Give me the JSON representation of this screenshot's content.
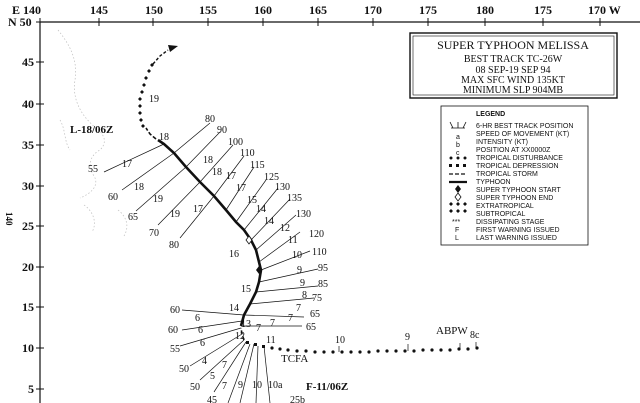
{
  "map": {
    "lon_labels": [
      "E 140",
      "145",
      "150",
      "155",
      "160",
      "165",
      "170",
      "175",
      "180",
      "175",
      "170 W"
    ],
    "lat_labels": [
      "N 50",
      "45",
      "40",
      "35",
      "30",
      "25",
      "20",
      "15",
      "10",
      "5"
    ],
    "left_edge_text": "140"
  },
  "title_box": {
    "title": "SUPER TYPHOON MELISSA",
    "lines": [
      "BEST TRACK  TC-26W",
      "08 SEP-19 SEP 94",
      "MAX SFC WIND 135KT",
      "MINIMUM SLP 904MB"
    ]
  },
  "legend": {
    "heading": "LEGEND",
    "abc_marks": [
      "a",
      "b",
      "c"
    ],
    "items": [
      "6-HR BEST TRACK POSITION",
      "SPEED OF MOVEMENT (KT)",
      "INTENSITY (KT)",
      "POSITION AT XX0000Z",
      "TROPICAL DISTURBANCE",
      "TROPICAL DEPRESSION",
      "TROPICAL STORM",
      "TYPHOON",
      "SUPER TYPHOON START",
      "SUPER TYPHOON END",
      "EXTRATROPICAL",
      "SUBTROPICAL",
      "DISSIPATING STAGE",
      "FIRST WARNING ISSUED",
      "LAST WARNING ISSUED"
    ],
    "f_mark": "F",
    "l_mark": "L",
    "dissipating_mark": "***"
  },
  "annotations": {
    "last_warning": "L-18/06Z",
    "first_warning": "F-11/06Z",
    "tcfa": "TCFA",
    "abpw": "ABPW",
    "day_labels": [
      "19",
      "18",
      "17",
      "16",
      "15",
      "14",
      "13",
      "12",
      "11",
      "10",
      "9",
      "8c",
      "10a",
      "25b"
    ],
    "speed_labels": [
      "55",
      "60",
      "65",
      "70",
      "80",
      "17",
      "18",
      "19",
      "19",
      "17",
      "60",
      "60",
      "55",
      "50",
      "50",
      "45",
      "4",
      "5",
      "7",
      "6",
      "6",
      "6",
      "7",
      "9",
      "10"
    ],
    "intensity_labels": [
      "80",
      "90",
      "100",
      "110",
      "115",
      "125",
      "130",
      "135",
      "130",
      "120",
      "110",
      "95",
      "85",
      "75",
      "65",
      "65",
      "60",
      "18",
      "18",
      "17",
      "17",
      "15",
      "14",
      "14",
      "12",
      "11",
      "10",
      "9",
      "9",
      "8",
      "7",
      "7",
      "7",
      "7"
    ]
  }
}
